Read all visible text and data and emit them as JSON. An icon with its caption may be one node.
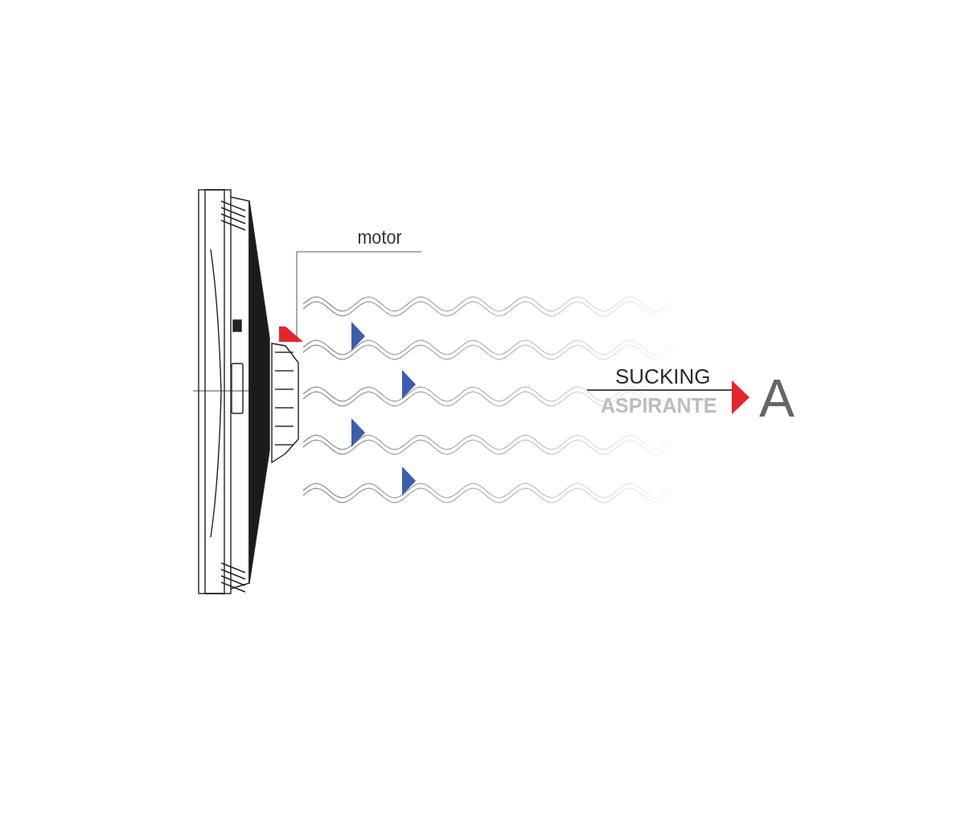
{
  "diagram": {
    "nodes": [
      {
        "text": [
          "motor"
        ]
      },
      {
        "text": [],
        "shape": "picture"
      }
    ],
    "edges": [
      {
        "from": 0,
        "to": 1,
        "arrow": "to"
      }
    ],
    "labels": [
      "SUCKING",
      "ASPIRANTE",
      "A"
    ]
  }
}
